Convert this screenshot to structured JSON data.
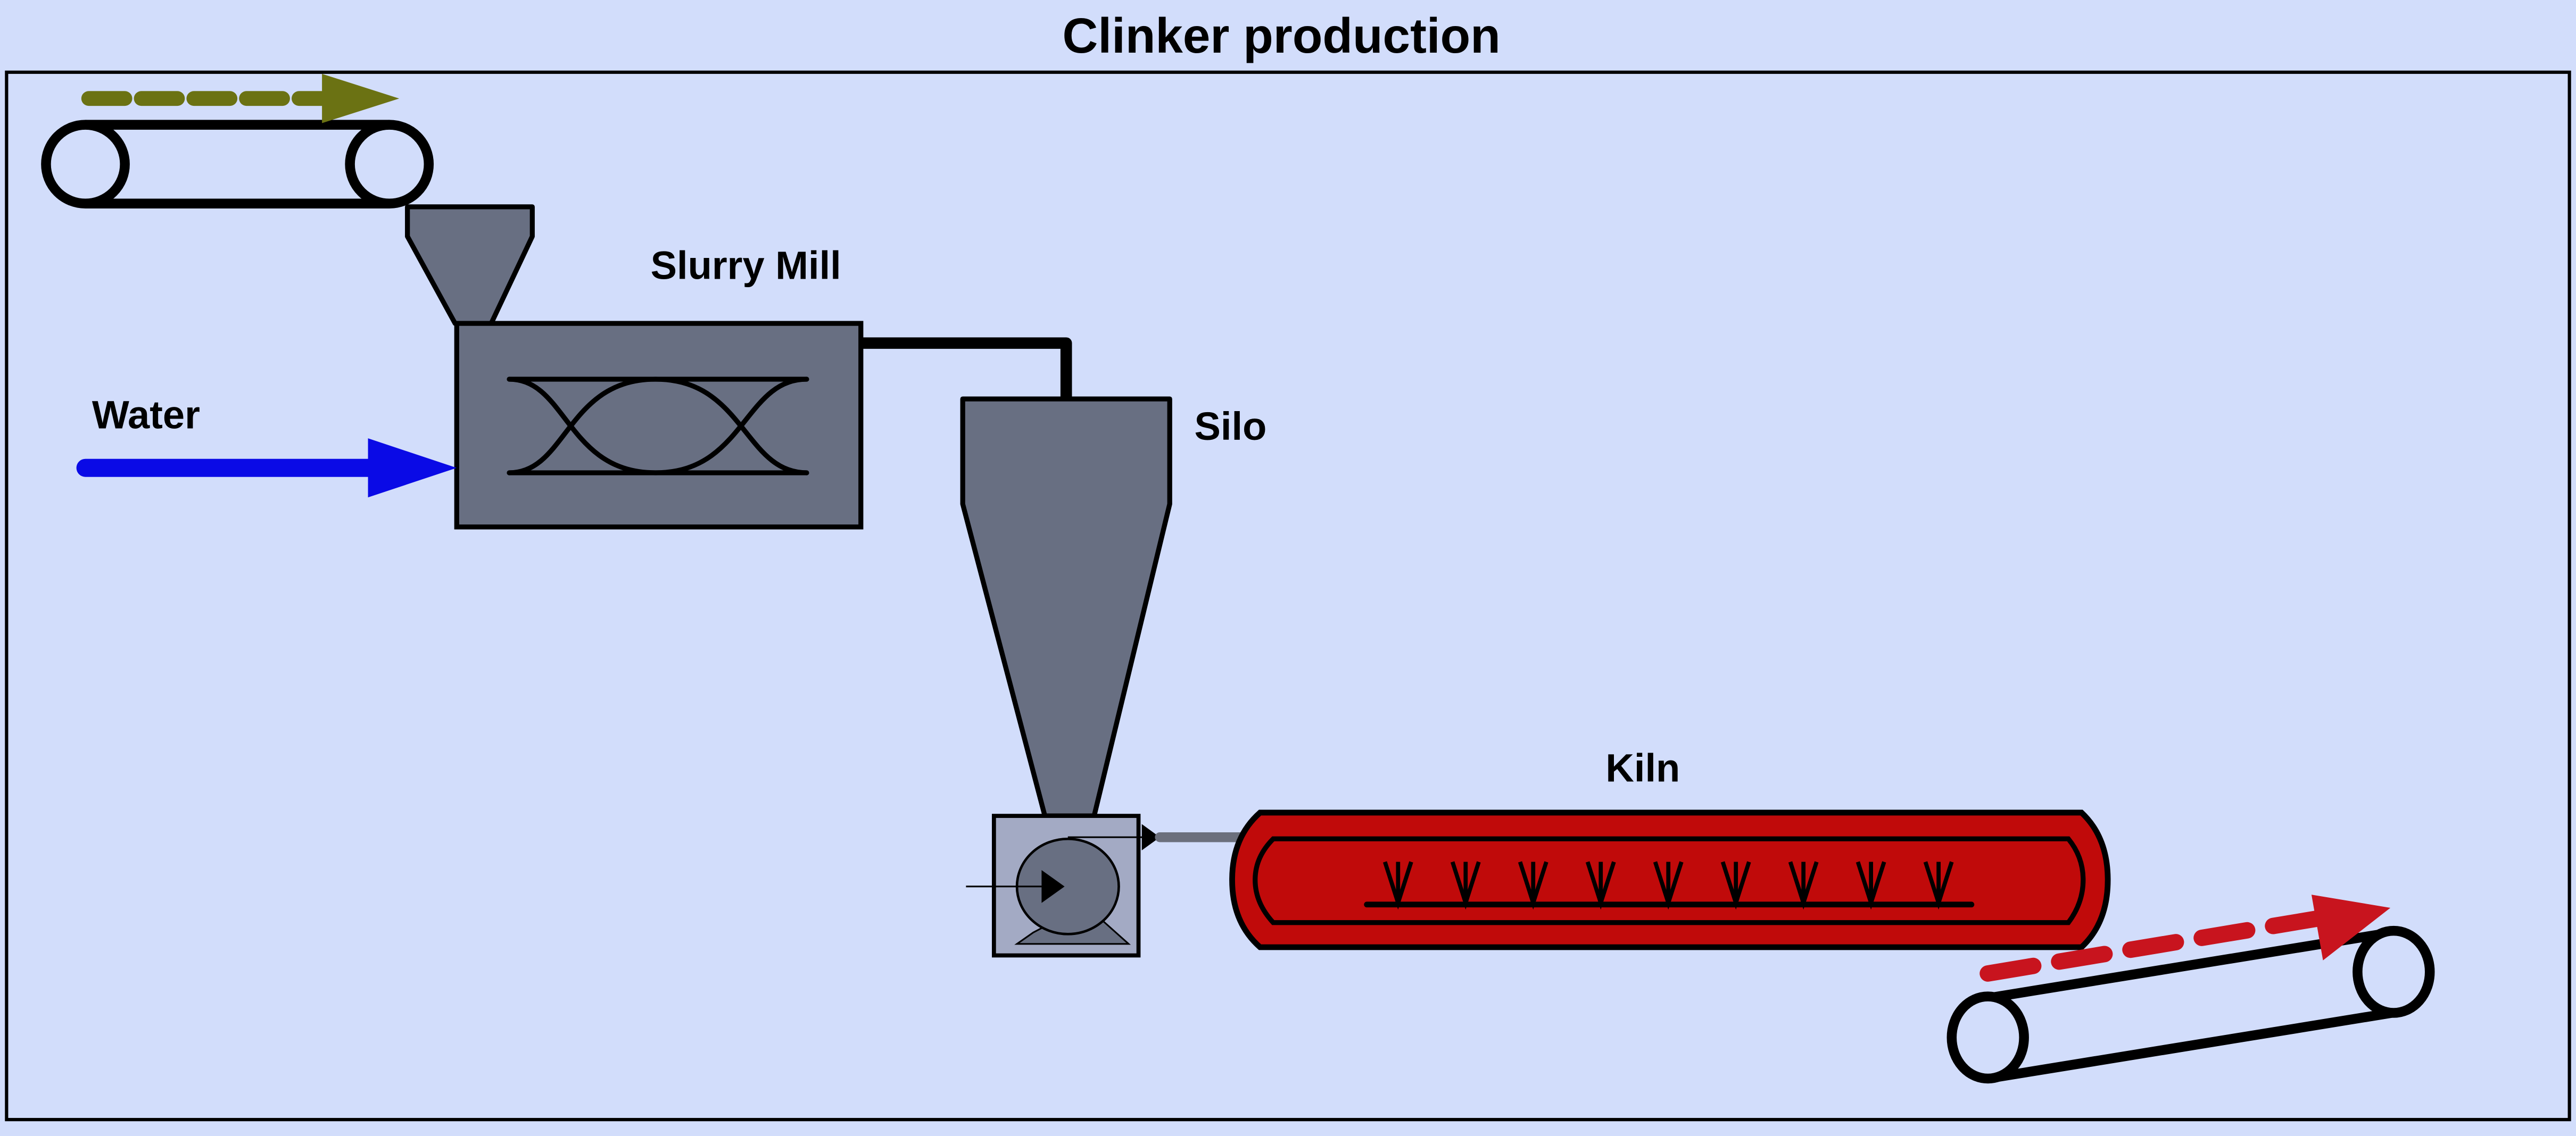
{
  "diagram": {
    "title": "Clinker production",
    "colors": {
      "background": "#d2ddfb",
      "equipment_fill": "#686f82",
      "pump_housing_fill": "#a3aac4",
      "kiln_fill": "#c00a0a",
      "raw_material_flow": "#6b7213",
      "water_flow": "#0a0ae6",
      "clinker_flow": "#c8141e",
      "outline": "#000000"
    },
    "units": [
      {
        "id": "feed-conveyor",
        "label": ""
      },
      {
        "id": "feed-hopper",
        "label": ""
      },
      {
        "id": "slurry-mill",
        "label": "Slurry Mill"
      },
      {
        "id": "silo",
        "label": "Silo"
      },
      {
        "id": "slurry-pump",
        "label": ""
      },
      {
        "id": "kiln",
        "label": "Kiln"
      },
      {
        "id": "clinker-conveyor",
        "label": ""
      }
    ],
    "streams": [
      {
        "id": "raw-material-in",
        "label": "",
        "style": "dashed",
        "from": "feed-conveyor",
        "to": "feed-hopper"
      },
      {
        "id": "water-in",
        "label": "Water",
        "style": "solid",
        "to": "slurry-mill"
      },
      {
        "id": "mill-to-silo",
        "label": "",
        "style": "pipe",
        "from": "slurry-mill",
        "to": "silo"
      },
      {
        "id": "pump-to-kiln",
        "label": "",
        "style": "pipe",
        "from": "slurry-pump",
        "to": "kiln"
      },
      {
        "id": "clinker-out",
        "label": "",
        "style": "dashed",
        "from": "kiln",
        "to": "clinker-conveyor"
      }
    ],
    "kiln_burner_count": 9
  }
}
